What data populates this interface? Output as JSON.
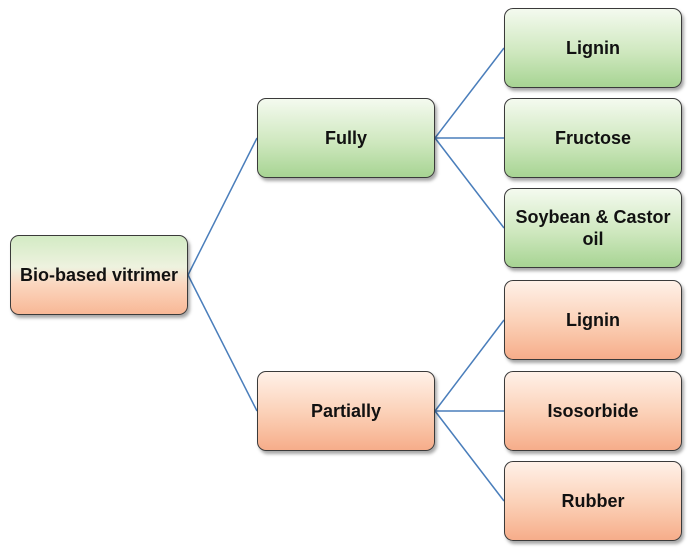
{
  "root": {
    "label": "Bio-based vitrimer"
  },
  "branches": [
    {
      "label": "Fully",
      "children": [
        "Lignin",
        "Fructose",
        "Soybean & Castor oil"
      ]
    },
    {
      "label": "Partially",
      "children": [
        "Lignin",
        "Isosorbide",
        "Rubber"
      ]
    }
  ],
  "colors": {
    "connector": "#4a7ebb",
    "border": "#3a3a3a",
    "green_fill": "#c6e0b4",
    "orange_fill": "#f8cbad"
  }
}
